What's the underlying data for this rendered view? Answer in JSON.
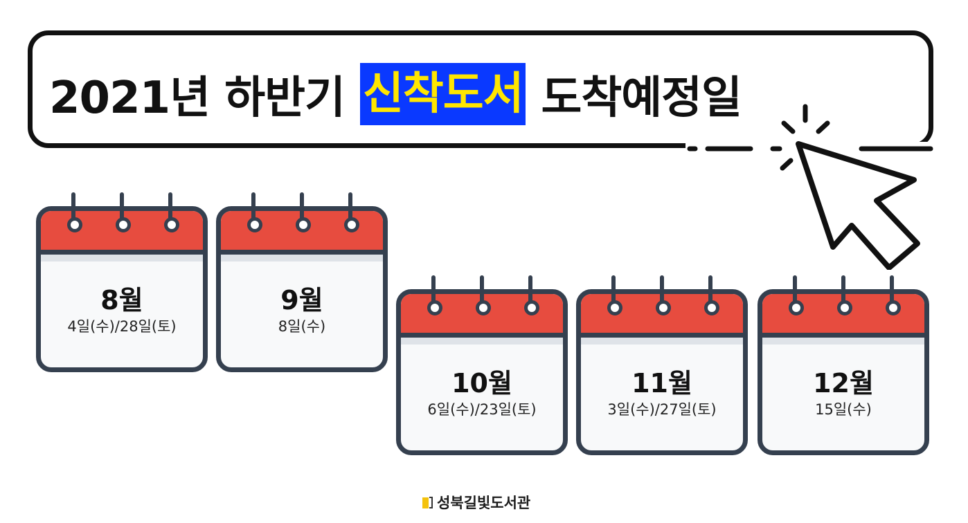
{
  "title": {
    "prefix": "2021년 하반기",
    "highlight": "신착도서",
    "suffix": "도착예정일",
    "highlight_bg_color": "#0a39ff",
    "highlight_text_color": "#ffe600"
  },
  "calendars": [
    {
      "month": "8월",
      "dates": "4일(수)/28일(토)"
    },
    {
      "month": "9월",
      "dates": "8일(수)"
    },
    {
      "month": "10월",
      "dates": "6일(수)/23일(토)"
    },
    {
      "month": "11월",
      "dates": "3일(수)/27일(토)"
    },
    {
      "month": "12월",
      "dates": "15일(수)"
    }
  ],
  "calendar_colors": {
    "header": "#e74c3f",
    "outline": "#35404f"
  },
  "icons": {
    "cursor": "mouse-pointer-click-icon",
    "footer": "book-icon"
  },
  "footer": {
    "library_name": "성북길빛도서관"
  }
}
